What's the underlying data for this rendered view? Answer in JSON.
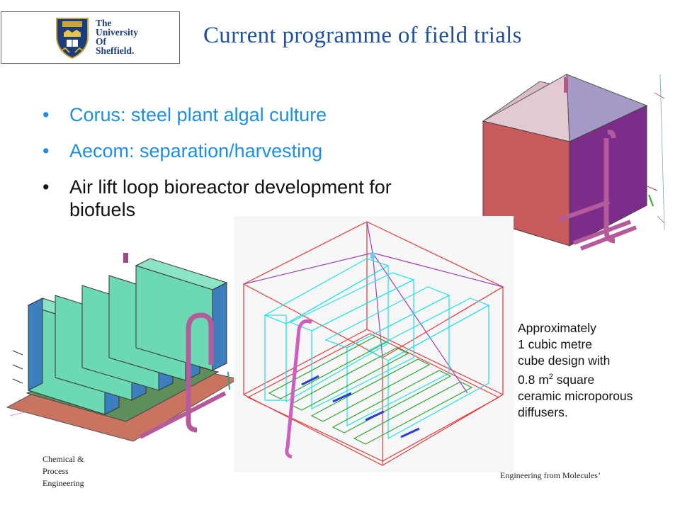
{
  "logo": {
    "lines": [
      "The",
      "University",
      "Of",
      "Sheffield."
    ]
  },
  "title": "Current programme of field trials",
  "bullets": [
    {
      "text": "Corus: steel plant algal culture",
      "color": "#1e8fe0"
    },
    {
      "text": "Aecom: separation/harvesting",
      "color": "#1e8fe0"
    },
    {
      "text": "Air lift loop bioreactor development for biofuels",
      "color": "#111111"
    }
  ],
  "bullet_glyph": "•",
  "note": {
    "line1": "Approximately",
    "line2": "1 cubic metre",
    "line3": "cube design with",
    "line4_pre": "0.8 m",
    "line4_sup": "2",
    "line4_post": " square",
    "line5": "ceramic microporous",
    "line6": "diffusers."
  },
  "footer": {
    "left": [
      "Chemical &",
      "Process",
      "Engineering"
    ],
    "right": "Engineering from Molecules’"
  },
  "colors": {
    "title": "#1e4fa0",
    "accent": "#1e8fe0",
    "logo_navy": "#1d3d7a"
  }
}
